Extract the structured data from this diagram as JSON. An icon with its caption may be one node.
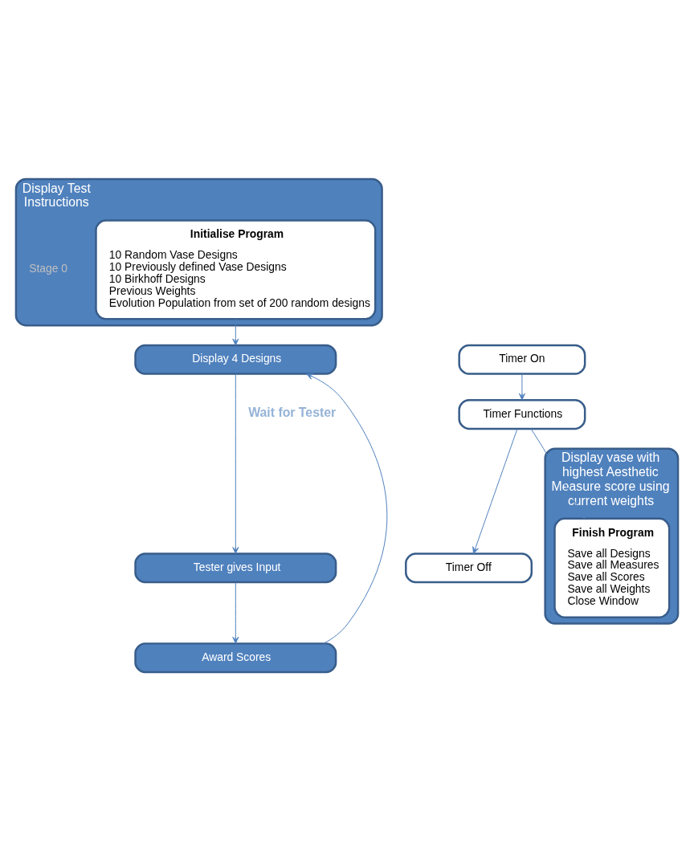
{
  "diagram": {
    "nodes": [
      {
        "text": [
          "Display Test Instructions"
        ]
      },
      {
        "text": [
          "Initialise Program",
          "10 Random Vase Designs",
          "10 Previously defined Vase Designs",
          "10 Birkhoff Designs",
          "Previous Weights",
          "Evolution Population from set of 200 random designs"
        ],
        "in": 0
      },
      {
        "text": [
          "Display 4 Designs"
        ]
      },
      {
        "text": [
          "Timer On"
        ]
      },
      {
        "text": [
          "Timer Functions"
        ]
      },
      {
        "text": [
          "Tester gives Input"
        ]
      },
      {
        "text": [
          "Timer Off"
        ]
      },
      {
        "text": [
          "Award Scores"
        ]
      },
      {
        "text": [
          "Display vase with highest Aesthetic Measure score using current weights"
        ]
      },
      {
        "text": [
          "Finish Program",
          "Save all Designs",
          "Save all Measures",
          "Save all Scores",
          "Save all Weights",
          "Close Window"
        ],
        "in": 8
      }
    ],
    "edges": [
      {
        "from": 1,
        "to": 2,
        "arrow": "to"
      },
      {
        "from": 2,
        "to": 5,
        "arrow": "to",
        "label": "Wait for Tester"
      },
      {
        "from": 3,
        "to": 4,
        "arrow": "to"
      },
      {
        "from": 4,
        "to": 6,
        "arrow": "to"
      },
      {
        "from": 4,
        "to": 9,
        "arrow": "to"
      },
      {
        "from": 5,
        "to": 7,
        "arrow": "to"
      },
      {
        "from": 7,
        "to": 2,
        "arrow": "to"
      }
    ],
    "labels": [
      "Stage 0"
    ]
  }
}
